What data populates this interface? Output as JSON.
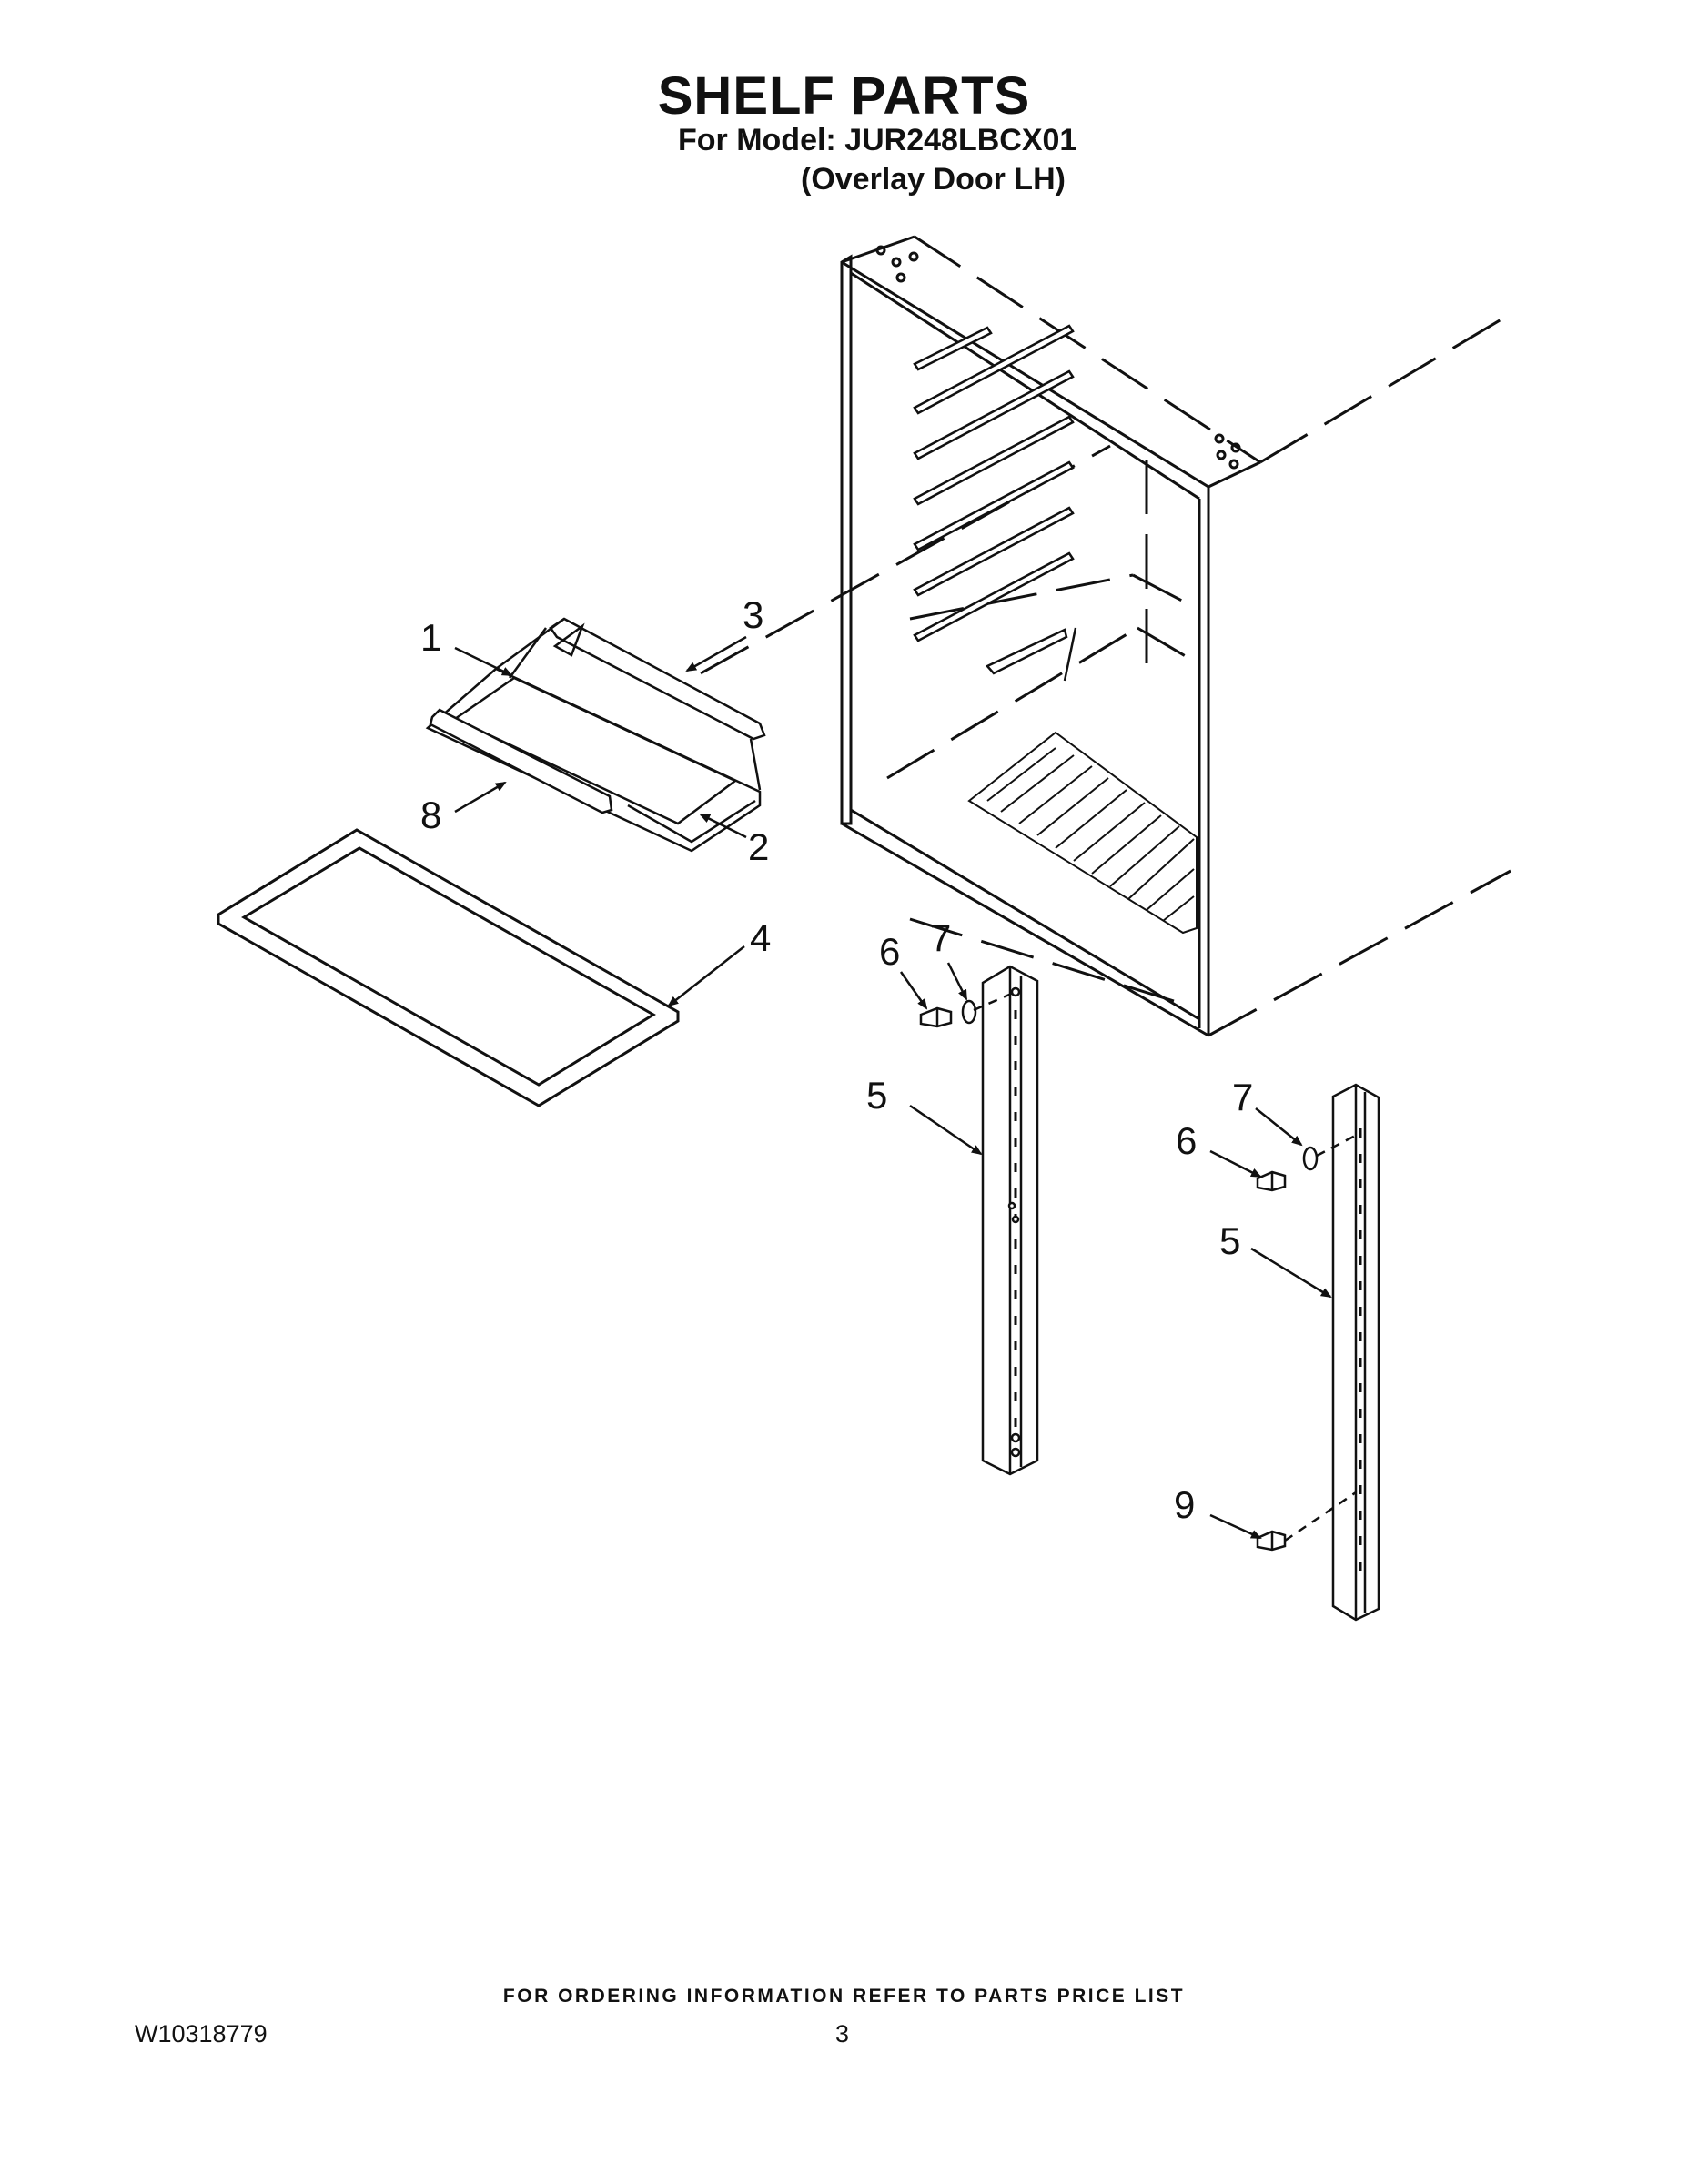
{
  "header": {
    "title": "SHELF PARTS",
    "model_line": "For Model: JUR248LBCX01",
    "variant_line": "(Overlay Door LH)"
  },
  "callouts": [
    "1",
    "3",
    "8",
    "2",
    "4",
    "6",
    "7",
    "5",
    "7",
    "6",
    "5",
    "9"
  ],
  "footer": {
    "ordering_note": "FOR ORDERING INFORMATION REFER TO PARTS PRICE LIST",
    "document_number": "W10318779",
    "page_number": "3"
  }
}
